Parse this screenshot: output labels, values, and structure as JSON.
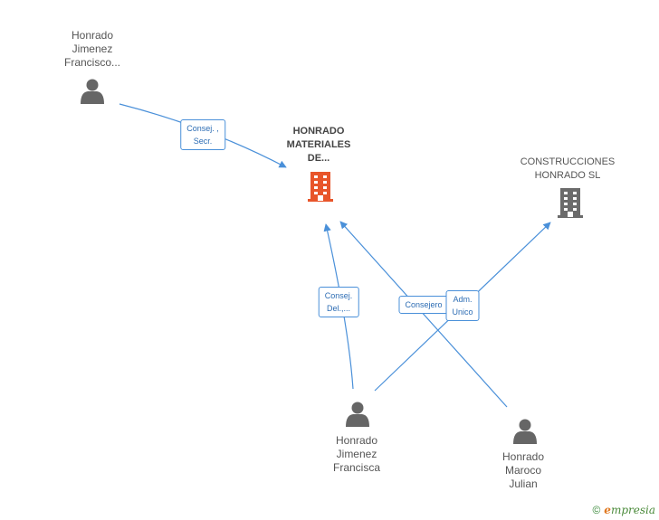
{
  "nodes": {
    "person_top": {
      "lines": [
        "Honrado",
        "Jimenez",
        "Francisco..."
      ]
    },
    "main_company": {
      "lines": [
        "HONRADO",
        "MATERIALES",
        "DE..."
      ]
    },
    "company_right": {
      "lines": [
        "CONSTRUCCIONES",
        "HONRADO SL"
      ]
    },
    "person_mid": {
      "lines": [
        "Honrado",
        "Jimenez",
        "Francisca"
      ]
    },
    "person_right": {
      "lines": [
        "Honrado",
        "Maroco",
        "Julian"
      ]
    }
  },
  "edges": {
    "top_to_main": {
      "lines": [
        "Consej. ,",
        "Secr."
      ]
    },
    "mid_to_main": {
      "lines": [
        "Consej.",
        "Del.,..."
      ]
    },
    "right_to_main": {
      "lines": [
        "Consejero"
      ]
    },
    "mid_to_company": {
      "lines": [
        "Adm.",
        "Unico"
      ]
    }
  },
  "colors": {
    "edge": "#4a90d9",
    "person_icon": "#666666",
    "main_icon": "#e8552a",
    "company_icon": "#6b6b6b"
  },
  "footer": {
    "copyright": "©",
    "brand_e": "e",
    "brand_rest": "mpresia"
  }
}
